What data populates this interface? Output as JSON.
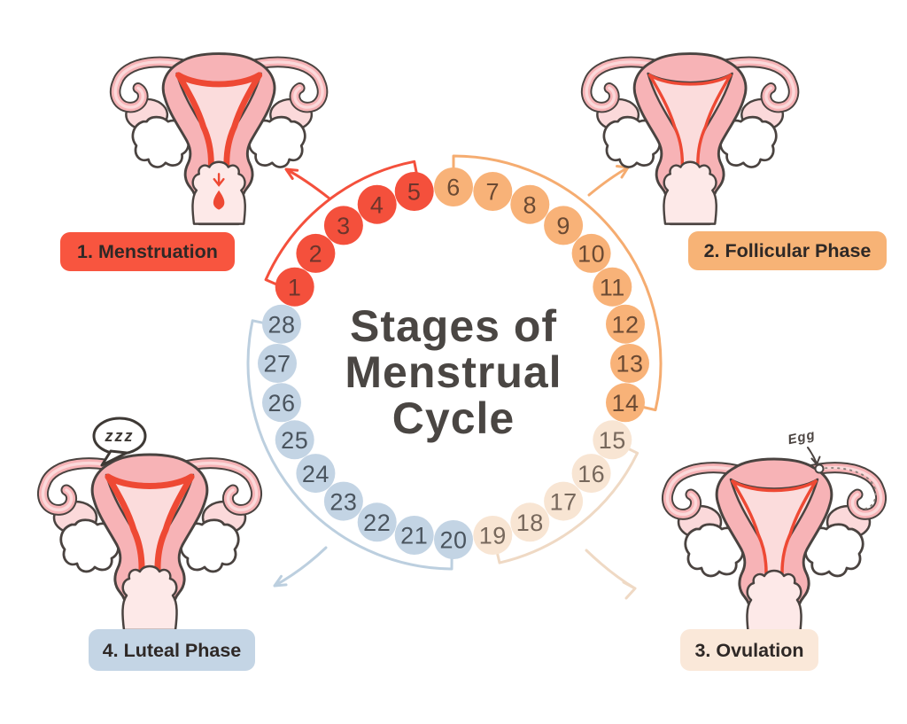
{
  "title": {
    "line1": "Stages of",
    "line2": "Menstrual",
    "line3": "Cycle"
  },
  "phases": [
    {
      "id": "menstruation",
      "label": "1. Menstruation",
      "badge_color": "#F8553F",
      "arc_color": "#F4503C",
      "day_fill": "#F4503C",
      "day_text": "#6E352C"
    },
    {
      "id": "follicular",
      "label": "2. Follicular Phase",
      "badge_color": "#F7B376",
      "arc_color": "#F5AC70",
      "day_fill": "#F8B278",
      "day_text": "#6B4A33"
    },
    {
      "id": "ovulation",
      "label": "3. Ovulation",
      "badge_color": "#FAE8D9",
      "arc_color": "#EFD9C4",
      "day_fill": "#F8E5D3",
      "day_text": "#77685C"
    },
    {
      "id": "luteal",
      "label": "4. Luteal Phase",
      "badge_color": "#C4D5E5",
      "arc_color": "#BCCFDF",
      "day_fill": "#C3D4E4",
      "day_text": "#4A545E"
    }
  ],
  "cycle": {
    "total_days": 28,
    "days": [
      {
        "day": 1,
        "phase": "menstruation"
      },
      {
        "day": 2,
        "phase": "menstruation"
      },
      {
        "day": 3,
        "phase": "menstruation"
      },
      {
        "day": 4,
        "phase": "menstruation"
      },
      {
        "day": 5,
        "phase": "menstruation"
      },
      {
        "day": 6,
        "phase": "follicular"
      },
      {
        "day": 7,
        "phase": "follicular"
      },
      {
        "day": 8,
        "phase": "follicular"
      },
      {
        "day": 9,
        "phase": "follicular"
      },
      {
        "day": 10,
        "phase": "follicular"
      },
      {
        "day": 11,
        "phase": "follicular"
      },
      {
        "day": 12,
        "phase": "follicular"
      },
      {
        "day": 13,
        "phase": "follicular"
      },
      {
        "day": 14,
        "phase": "follicular"
      },
      {
        "day": 15,
        "phase": "ovulation"
      },
      {
        "day": 16,
        "phase": "ovulation"
      },
      {
        "day": 17,
        "phase": "ovulation"
      },
      {
        "day": 18,
        "phase": "ovulation"
      },
      {
        "day": 19,
        "phase": "ovulation"
      },
      {
        "day": 20,
        "phase": "luteal"
      },
      {
        "day": 21,
        "phase": "luteal"
      },
      {
        "day": 22,
        "phase": "luteal"
      },
      {
        "day": 23,
        "phase": "luteal"
      },
      {
        "day": 24,
        "phase": "luteal"
      },
      {
        "day": 25,
        "phase": "luteal"
      },
      {
        "day": 26,
        "phase": "luteal"
      },
      {
        "day": 27,
        "phase": "luteal"
      },
      {
        "day": 28,
        "phase": "luteal"
      }
    ]
  },
  "annotations": {
    "sleep_label": "zzz",
    "egg_label": "Egg"
  },
  "palette": {
    "uterus_body_pink": "#F7B3B6",
    "uterus_inner_pink": "#FBDCDC",
    "uterus_canal_pink": "#FDE9E8",
    "endometrium_red": "#EE4934",
    "outline_dark": "#4A4340",
    "ovary_white": "#FFFFFF"
  }
}
